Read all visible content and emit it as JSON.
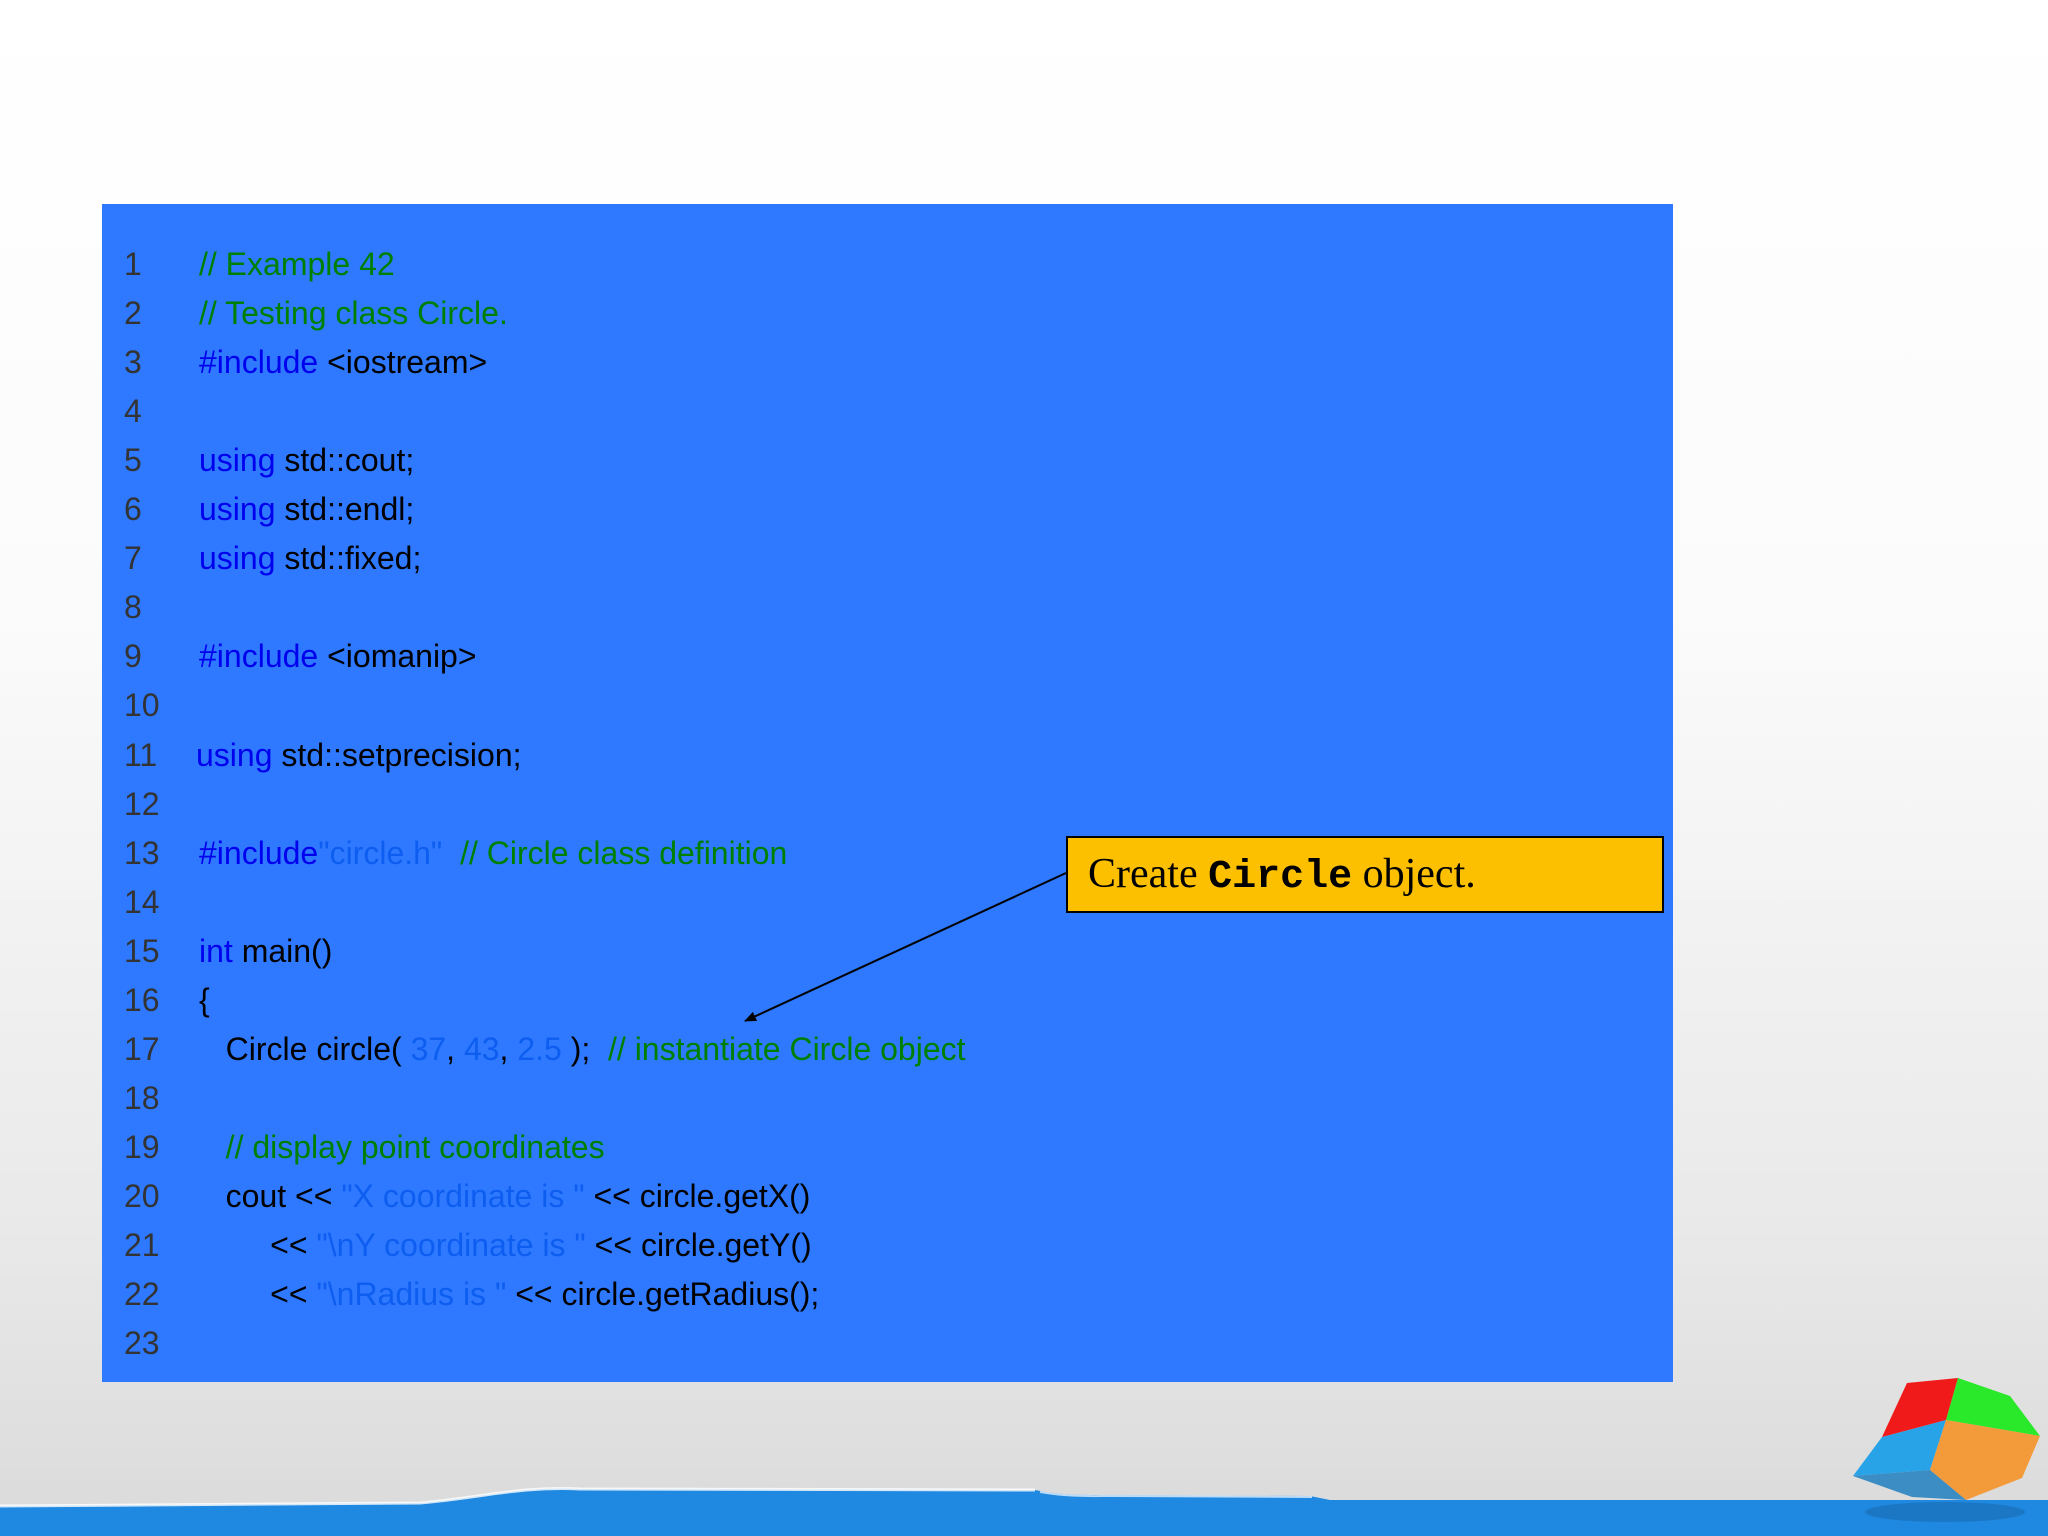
{
  "code": {
    "lines": [
      {
        "num": "1",
        "segments": [
          {
            "text": "// Example 42",
            "kind": "cm"
          }
        ]
      },
      {
        "num": "2",
        "segments": [
          {
            "text": "// Testing class Circle.",
            "kind": "cm"
          }
        ]
      },
      {
        "num": "3",
        "segments": [
          {
            "text": "#include",
            "kind": "kw"
          },
          {
            "text": " <iostream>",
            "kind": "pl"
          }
        ]
      },
      {
        "num": "4",
        "segments": []
      },
      {
        "num": "5",
        "segments": [
          {
            "text": "using",
            "kind": "kw"
          },
          {
            "text": " std::cout;",
            "kind": "pl"
          }
        ]
      },
      {
        "num": "6",
        "segments": [
          {
            "text": "using",
            "kind": "kw"
          },
          {
            "text": " std::endl;",
            "kind": "pl"
          }
        ]
      },
      {
        "num": "7",
        "segments": [
          {
            "text": "using",
            "kind": "kw"
          },
          {
            "text": " std::fixed;",
            "kind": "pl"
          }
        ]
      },
      {
        "num": "8",
        "segments": []
      },
      {
        "num": "9",
        "segments": [
          {
            "text": "#include",
            "kind": "kw"
          },
          {
            "text": " <iomanip>",
            "kind": "pl"
          }
        ]
      },
      {
        "num": "10",
        "segments": []
      },
      {
        "num": "11",
        "segments": [
          {
            "text": "using",
            "kind": "kw"
          },
          {
            "text": " std::setprecision;",
            "kind": "pl"
          }
        ]
      },
      {
        "num": "12",
        "segments": []
      },
      {
        "num": "13",
        "segments": [
          {
            "text": "#include",
            "kind": "kw"
          },
          {
            "text": "\"circle.h\"",
            "kind": "st"
          },
          {
            "text": "  // Circle class definition",
            "kind": "cm"
          }
        ]
      },
      {
        "num": "14",
        "segments": []
      },
      {
        "num": "15",
        "segments": [
          {
            "text": "int",
            "kind": "kw"
          },
          {
            "text": " main()",
            "kind": "pl"
          }
        ]
      },
      {
        "num": "16",
        "segments": [
          {
            "text": "{",
            "kind": "pl"
          }
        ]
      },
      {
        "num": "17",
        "segments": [
          {
            "text": "   Circle circle( ",
            "kind": "pl"
          },
          {
            "text": "37",
            "kind": "st"
          },
          {
            "text": ", ",
            "kind": "pl"
          },
          {
            "text": "43",
            "kind": "st"
          },
          {
            "text": ", ",
            "kind": "pl"
          },
          {
            "text": "2.5",
            "kind": "st"
          },
          {
            "text": " );  ",
            "kind": "pl"
          },
          {
            "text": "// instantiate Circle object",
            "kind": "cm"
          }
        ]
      },
      {
        "num": "18",
        "segments": []
      },
      {
        "num": "19",
        "segments": [
          {
            "text": "   // display point coordinates",
            "kind": "cm"
          }
        ]
      },
      {
        "num": "20",
        "segments": [
          {
            "text": "   cout << ",
            "kind": "pl"
          },
          {
            "text": "\"X coordinate is \"",
            "kind": "st"
          },
          {
            "text": " << circle.getX()",
            "kind": "pl"
          }
        ]
      },
      {
        "num": "21",
        "segments": [
          {
            "text": "        << ",
            "kind": "pl"
          },
          {
            "text": "\"\\nY coordinate is \"",
            "kind": "st"
          },
          {
            "text": " << circle.getY()",
            "kind": "pl"
          }
        ]
      },
      {
        "num": "22",
        "segments": [
          {
            "text": "        << ",
            "kind": "pl"
          },
          {
            "text": "\"\\nRadius is \"",
            "kind": "st"
          },
          {
            "text": " << circle.getRadius();",
            "kind": "pl"
          }
        ]
      },
      {
        "num": "23",
        "segments": []
      }
    ]
  },
  "callout": {
    "text_before": "Create ",
    "code_word": "Circle",
    "text_after": " object."
  },
  "colors": {
    "panel_background": "#2e79ff",
    "comment": "#008000",
    "keyword": "#0000ee",
    "plain": "#000000",
    "string_literal": "#0d5ef0",
    "callout_background": "#fcc000",
    "bottom_bar": "#1f88e0"
  },
  "decor": {
    "corner_logo": "colored-cube-icon"
  }
}
